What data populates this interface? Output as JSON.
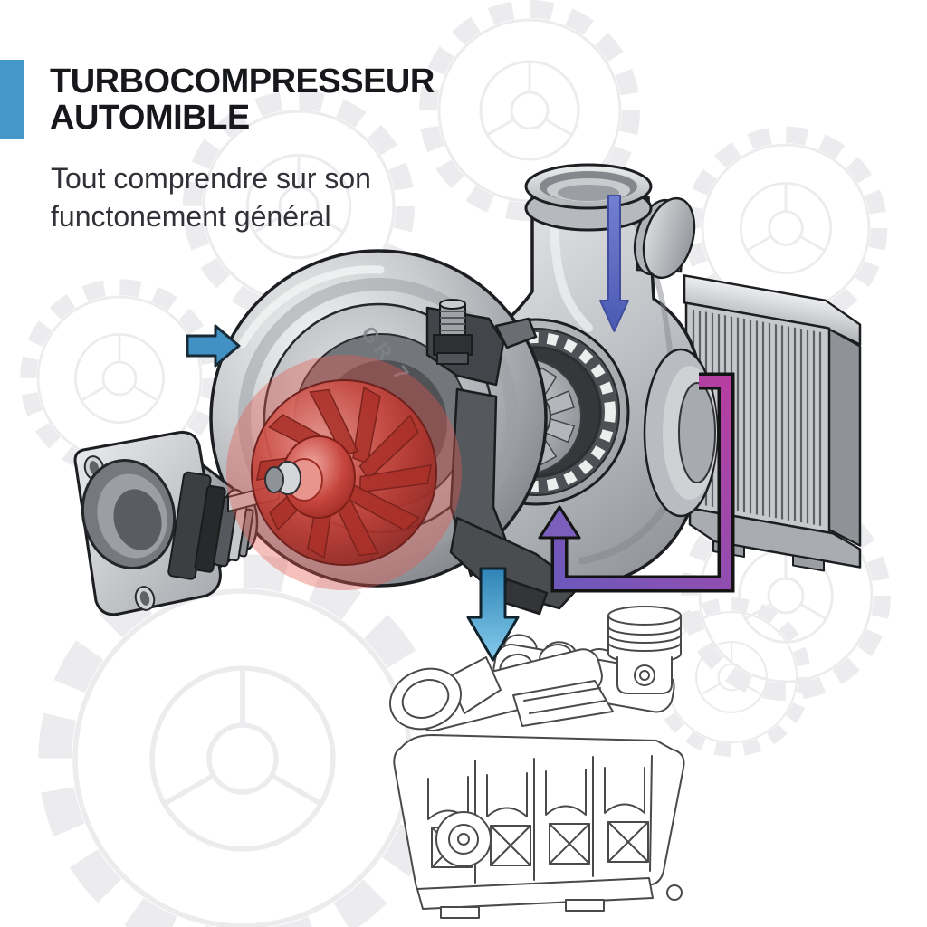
{
  "page": {
    "background": "#ffffff"
  },
  "header": {
    "accent_color": "#4597ca",
    "title_line1": "TURBOCOMPRESSEUR",
    "title_line2": "AUTOMIBLE",
    "subtitle_line1": "Tout comprendre sur son",
    "subtitle_line2": "functonement général"
  },
  "illustration": {
    "housing_engraving": "GR 7",
    "colors": {
      "metal_light": "#e9eaec",
      "metal_mid": "#b5b8bd",
      "metal_dark": "#7e8186",
      "outline": "#1d1e21",
      "compressor_wheel_red": "#c64a42",
      "wheel_glow_red": "rgba(230,90,80,0.40)",
      "intake_arrow_blue": "#4191c4",
      "engine_feed_arrow_blue": "#3d95c6",
      "outlet_flow_arrow_violet": "#5b69c2",
      "boost_pipe_magenta": "#b13c9f",
      "boost_pipe_violet": "#7a5cb8",
      "engine_lineart": "#4a4a4a",
      "gear_watermark": "#ececee"
    }
  }
}
